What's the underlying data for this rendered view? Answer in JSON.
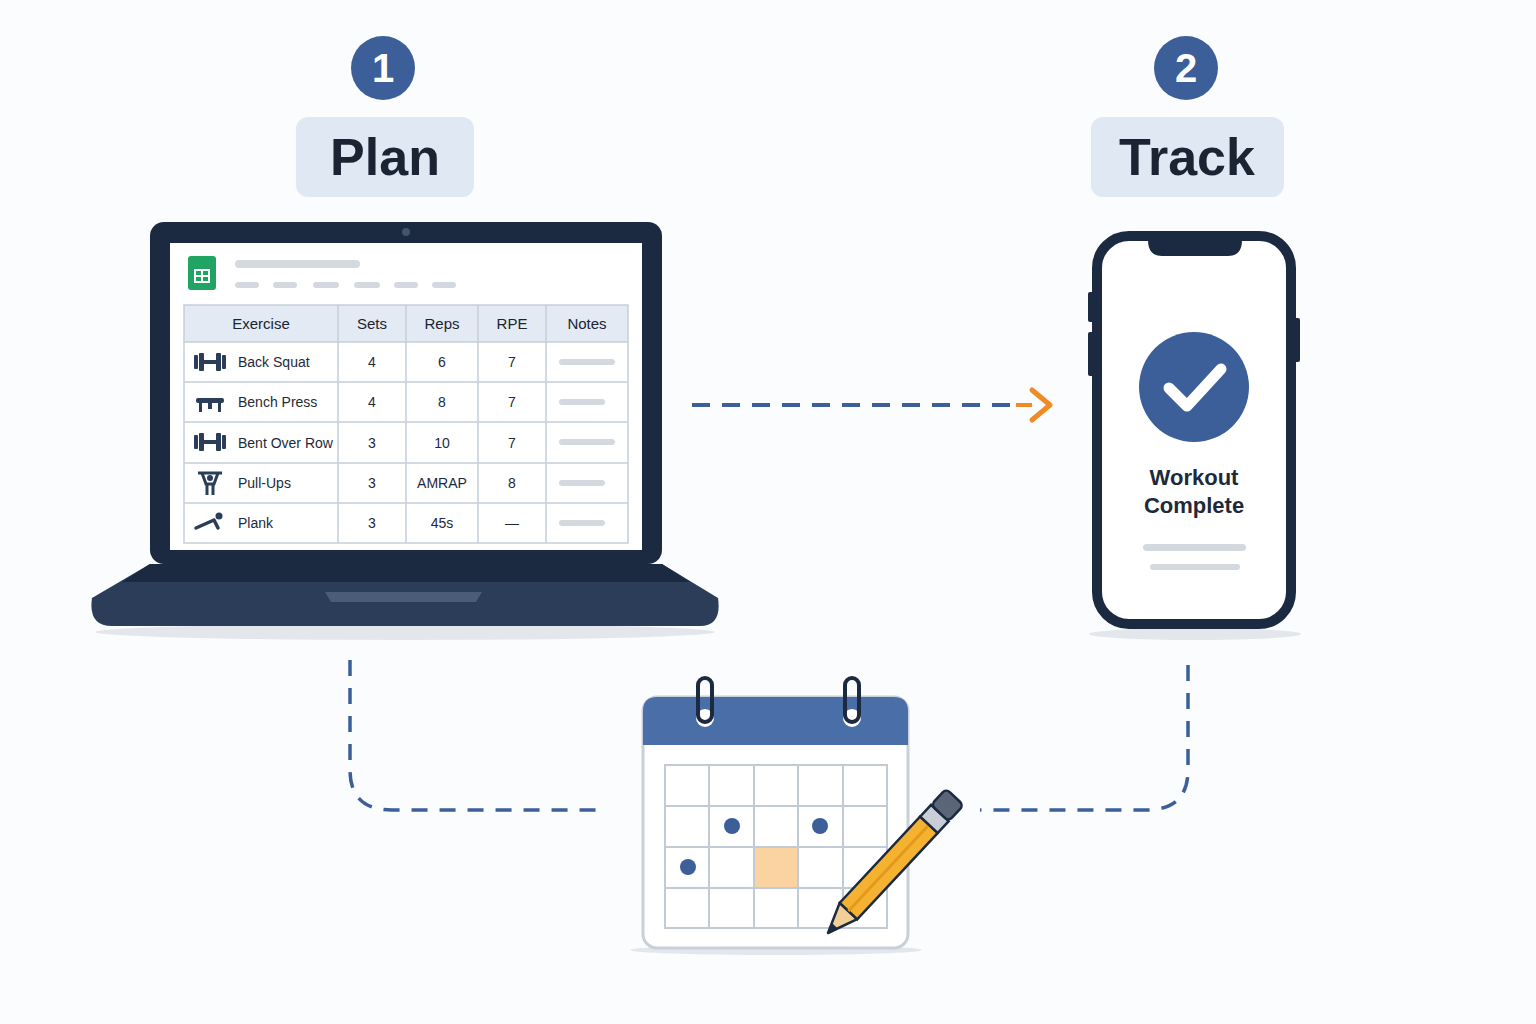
{
  "diagram": {
    "nodes": [
      {
        "text": [
          "1"
        ]
      },
      {
        "text": [
          "Plan"
        ]
      },
      {
        "text": [
          "2"
        ]
      },
      {
        "text": [
          "Track"
        ]
      },
      {
        "text": [
          "Exercise",
          "Sets",
          "Reps",
          "RPE",
          "Notes",
          "Back Squat",
          "4",
          "6",
          "7",
          "Bench Press",
          "4",
          "8",
          "7",
          "Bent Over Row",
          "3",
          "10",
          "7",
          "Pull-Ups",
          "3",
          "AMRAP",
          "8",
          "Plank",
          "3",
          "45s",
          "—"
        ]
      },
      {
        "text": [
          "Workout Complete"
        ]
      }
    ],
    "edges": [
      {
        "from": 4,
        "to": 5,
        "arrow": "to"
      }
    ]
  }
}
